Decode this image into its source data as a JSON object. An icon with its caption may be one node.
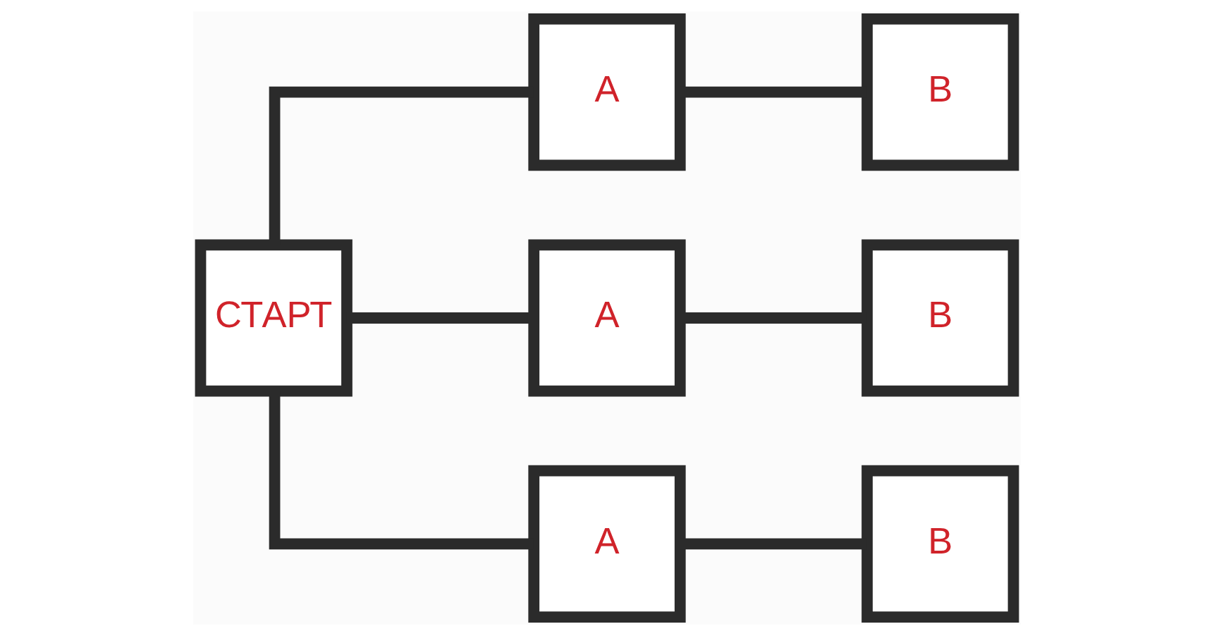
{
  "diagram": {
    "nodes": [
      {
        "text": [
          "СТАРТ"
        ]
      },
      {
        "text": [
          "A"
        ]
      },
      {
        "text": [
          "A"
        ]
      },
      {
        "text": [
          "A"
        ]
      },
      {
        "text": [
          "B"
        ]
      },
      {
        "text": [
          "B"
        ]
      },
      {
        "text": [
          "B"
        ]
      }
    ],
    "edges": [
      {
        "from": 0,
        "to": 1,
        "arrow": "none"
      },
      {
        "from": 0,
        "to": 2,
        "arrow": "none"
      },
      {
        "from": 0,
        "to": 3,
        "arrow": "none"
      },
      {
        "from": 1,
        "to": 4,
        "arrow": "none"
      },
      {
        "from": 2,
        "to": 5,
        "arrow": "none"
      },
      {
        "from": 3,
        "to": 6,
        "arrow": "none"
      }
    ]
  }
}
